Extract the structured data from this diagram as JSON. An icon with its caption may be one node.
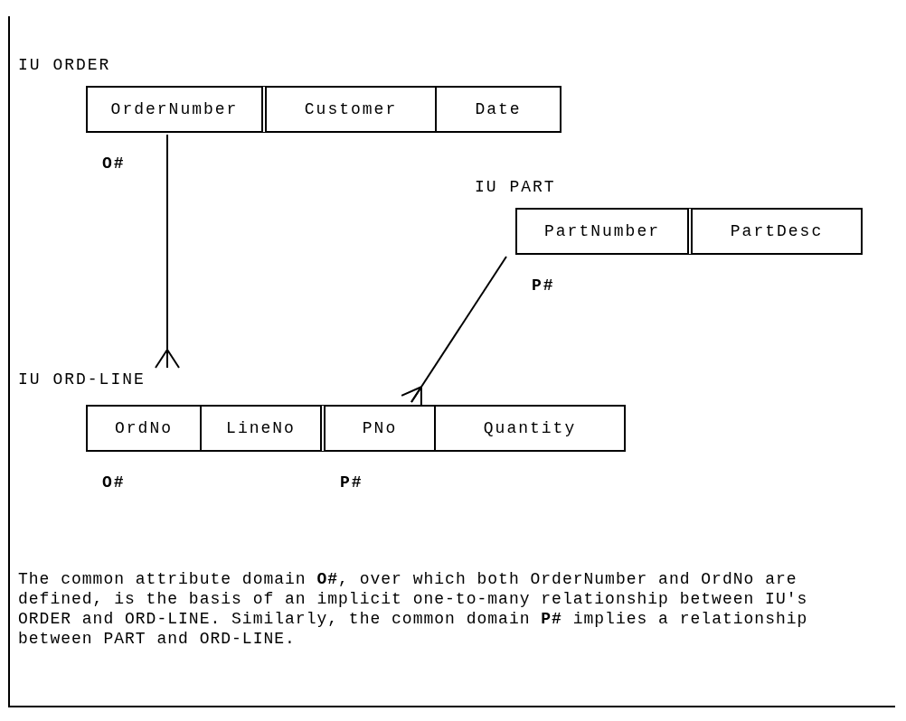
{
  "diagram": {
    "nodes": [
      {
        "text": [
          "IU ORDER"
        ]
      },
      {
        "text": [
          "OrderNumber"
        ],
        "in": 0,
        "beside": [
          "O#"
        ]
      },
      {
        "text": [
          "Customer"
        ],
        "in": 0
      },
      {
        "text": [
          "Date"
        ],
        "in": 0
      },
      {
        "text": [
          "IU PART"
        ]
      },
      {
        "text": [
          "PartNumber"
        ],
        "in": 4,
        "beside": [
          "P#"
        ]
      },
      {
        "text": [
          "PartDesc"
        ],
        "in": 4
      },
      {
        "text": [
          "IU ORD-LINE"
        ]
      },
      {
        "text": [
          "OrdNo"
        ],
        "in": 7,
        "beside": [
          "O#"
        ]
      },
      {
        "text": [
          "LineNo"
        ],
        "in": 7
      },
      {
        "text": [
          "PNo"
        ],
        "in": 7,
        "beside": [
          "P#"
        ]
      },
      {
        "text": [
          "Quantity"
        ],
        "in": 7
      }
    ],
    "edges": [
      {
        "from": 0,
        "to": 7,
        "arrow": "other"
      },
      {
        "from": 4,
        "to": 10,
        "arrow": "other"
      }
    ],
    "labels": [
      "The common attribute domain **O#**, over which both OrderNumber and OrdNo are defined, is the basis of an implicit one-to-many relationship between IU's ORDER and ORD-LINE.  Similarly, the common domain **P#** implies a relationship between PART and ORD-LINE."
    ]
  }
}
